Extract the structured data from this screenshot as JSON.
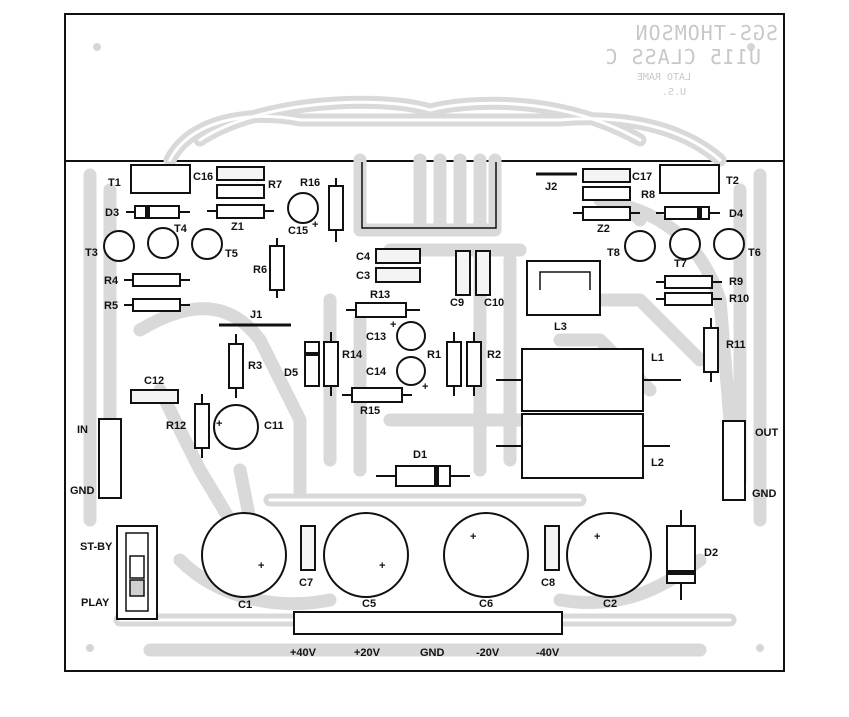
{
  "header": {
    "line1": "SGS-THOMSON",
    "line2": "U115 CLASS C",
    "note1": "LATO RAME",
    "note2": "U.S."
  },
  "components": {
    "T1": "T1",
    "T2": "T2",
    "T3": "T3",
    "T4": "T4",
    "T5": "T5",
    "T6": "T6",
    "T7": "T7",
    "T8": "T8",
    "C16": "C16",
    "C17": "C17",
    "C15": "C15",
    "C4": "C4",
    "C3": "C3",
    "C9": "C9",
    "C10": "C10",
    "C13": "C13",
    "C14": "C14",
    "C12": "C12",
    "C11": "C11",
    "C7": "C7",
    "C8": "C8",
    "C1": "C1",
    "C5": "C5",
    "C6": "C6",
    "C2": "C2",
    "R7": "R7",
    "R8": "R8",
    "R16": "R16",
    "R6": "R6",
    "R4": "R4",
    "R5": "R5",
    "R9": "R9",
    "R10": "R10",
    "R13": "R13",
    "R1": "R1",
    "R2": "R2",
    "R14": "R14",
    "R15": "R15",
    "R3": "R3",
    "R12": "R12",
    "R11": "R11",
    "D3": "D3",
    "D4": "D4",
    "D5": "D5",
    "D1": "D1",
    "D2": "D2",
    "Z1": "Z1",
    "Z2": "Z2",
    "J1": "J1",
    "J2": "J2",
    "L1": "L1",
    "L2": "L2",
    "L3": "L3"
  },
  "connectors": {
    "in": "IN",
    "in_gnd": "GND",
    "out": "OUT",
    "out_gnd": "GND",
    "standby": "ST-BY",
    "play": "PLAY",
    "supply": [
      "+40V",
      "+20V",
      "GND",
      "-20V",
      "-40V"
    ]
  }
}
